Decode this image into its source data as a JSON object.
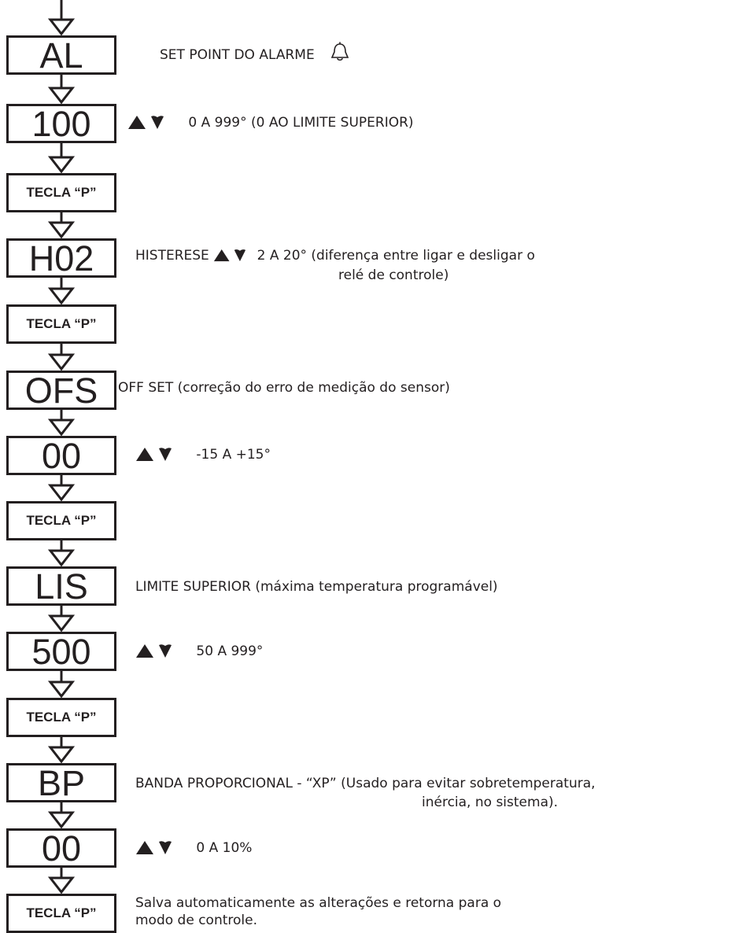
{
  "boxes": {
    "al": "AL",
    "setpoint_value": "100",
    "key1": "TECLA “P”",
    "hysteresis": "H02",
    "key2": "TECLA “P”",
    "offset": "OFS",
    "offset_value": "00",
    "key3": "TECLA “P”",
    "upper_limit": "LIS",
    "upper_limit_value": "500",
    "key4": "TECLA “P”",
    "prop_band": "BP",
    "prop_band_value": "00",
    "key5": "TECLA “P”"
  },
  "labels": {
    "al": "SET POINT DO ALARME",
    "setpoint_range": "0 A 999°   (0 AO LIMITE SUPERIOR)",
    "hysteresis_name": "HISTERESE",
    "hysteresis_range": "2 A 20° (diferença entre ligar e desligar o",
    "hysteresis_range_line2": "relé de controle)",
    "offset": "OFF SET  (correção do erro de medição do sensor)",
    "offset_range": "-15 A +15°",
    "upper_limit": "LIMITE SUPERIOR (máxima temperatura programável)",
    "upper_limit_range": "50 A 999°",
    "prop_band": "BANDA PROPORCIONAL - “XP”  (Usado para evitar sobretemperatura,",
    "prop_band_line2": "inércia, no sistema).",
    "prop_band_range": "0 A 10%",
    "save": "Salva automaticamente as alterações e retorna para o",
    "save_line2": "modo de controle."
  },
  "icons": {
    "alarm": "bell-icon",
    "adjust": "up-down-triangles-icon",
    "flow": "down-arrow-icon"
  },
  "colors": {
    "ink": "#231f20",
    "background": "#ffffff"
  }
}
